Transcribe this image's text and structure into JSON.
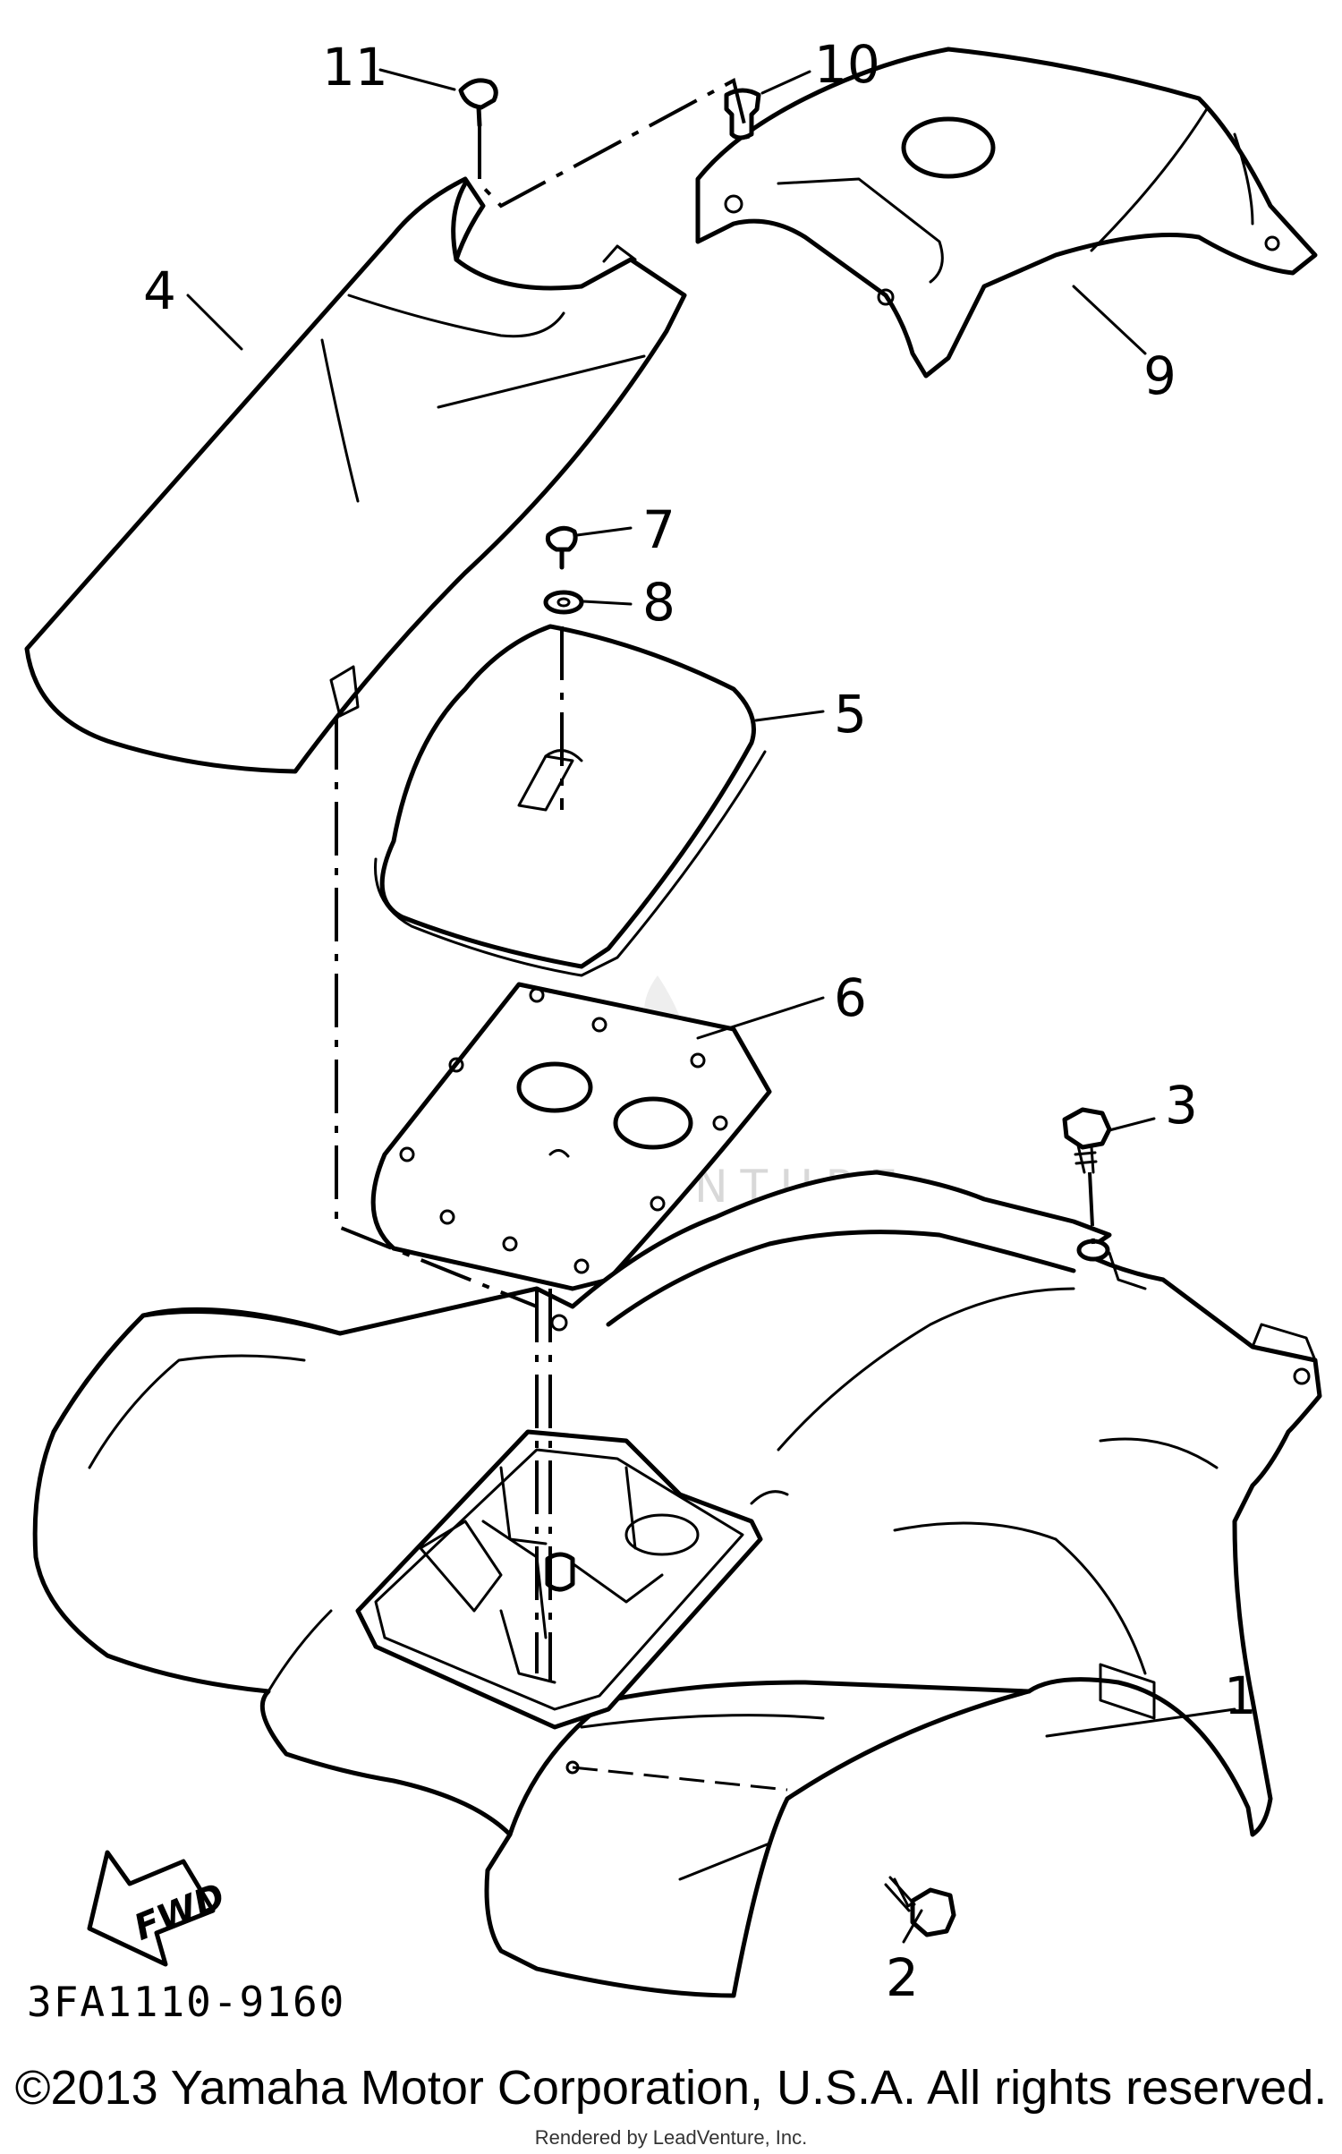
{
  "diagram": {
    "callouts": [
      {
        "id": "1",
        "label": "1"
      },
      {
        "id": "2",
        "label": "2"
      },
      {
        "id": "3",
        "label": "3"
      },
      {
        "id": "4",
        "label": "4"
      },
      {
        "id": "5",
        "label": "5"
      },
      {
        "id": "6",
        "label": "6"
      },
      {
        "id": "7",
        "label": "7"
      },
      {
        "id": "8",
        "label": "8"
      },
      {
        "id": "9",
        "label": "9"
      },
      {
        "id": "10",
        "label": "10"
      },
      {
        "id": "11",
        "label": "11"
      }
    ],
    "fwd_label": "FWD",
    "drawing_code": "3FA1110-9160",
    "watermark": "LEADVENTURE"
  },
  "footer": {
    "copyright": "©2013 Yamaha Motor Corporation, U.S.A. All rights reserved.",
    "rendered_by": "Rendered by LeadVenture, Inc."
  }
}
